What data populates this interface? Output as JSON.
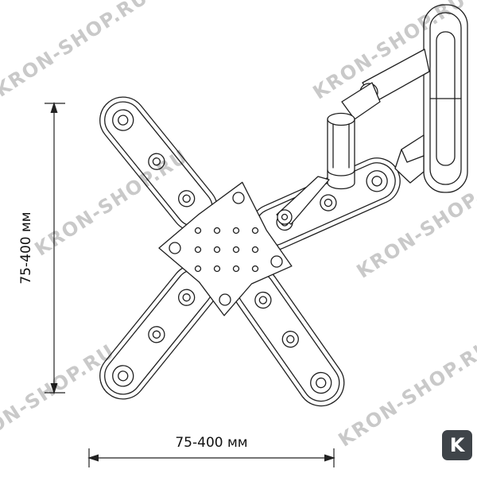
{
  "watermark": {
    "text": "KRON-SHOP.RU",
    "color": "#c9c9c9"
  },
  "dimensions": {
    "vertical_label": "75-400 мм",
    "horizontal_label": "75-400 мм"
  },
  "logo": {
    "letter": "K",
    "background": "#3f4449",
    "text_color": "#ffffff"
  },
  "drawing": {
    "line_color": "#1f1f1f",
    "fill_color": "#ffffff"
  }
}
